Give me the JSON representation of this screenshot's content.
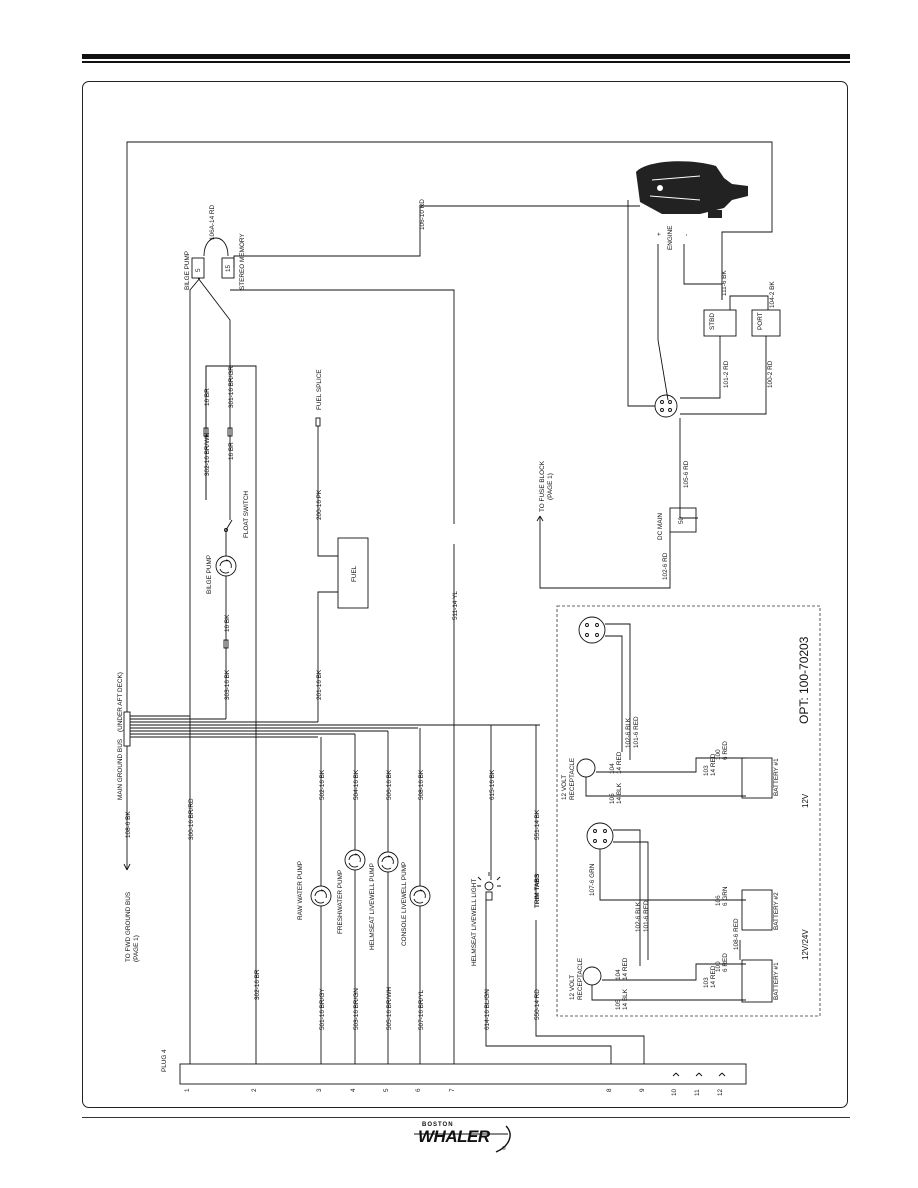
{
  "diagram": {
    "plug": {
      "label": "PLUG 4",
      "pins": [
        "1",
        "2",
        "3",
        "4",
        "5",
        "6",
        "7",
        "8",
        "9",
        "10",
        "11",
        "12"
      ]
    },
    "ground": {
      "main_bus": "MAIN GROUND BUS",
      "under_aft_deck": "(UNDER AFT DECK)",
      "fwd_bus": "TO FWD GROUND BUS",
      "fwd_bus_page": "(PAGE 1)",
      "wire_108": "108-6 BK"
    },
    "wires": {
      "w300": "300-16 BR/RD",
      "w302": "302-16 BR",
      "w501": "501-16 BR/GY",
      "w502": "502-16 BK",
      "w503": "503-16 BR/GN",
      "w504": "504-16 BK",
      "w505": "505-16 BR/WH",
      "w506": "506-16 BK",
      "w507": "507-16 BR/YL",
      "w508": "508-16 BK",
      "w614": "614-16 BL/GN",
      "w615": "615-16 BK",
      "w550": "550-14 RD",
      "w551": "551-14 BK",
      "w511": "511-14 YL",
      "w201": "201-16 BK",
      "w200": "200-16 PK",
      "w303": "303-16 BK",
      "w16bk": "16 BK",
      "w302wh": "302-16 BR/WH",
      "w16br_a": "16 BR",
      "w16br_b": "16 BR",
      "w301": "301-16 BR/GR",
      "w106a": "106A-14 RD",
      "w106": "106-10 RD",
      "w111": "111-6 BK",
      "w104": "104-2 BK",
      "w101": "101-2 RD",
      "w100": "100-2 RD",
      "w105": "105-6 RD",
      "w102": "102-6 RD"
    },
    "devices": {
      "raw_water": "RAW WATER PUMP",
      "freshwater": "FRESHWATER PUMP",
      "helm_livewell": "HELMSEAT LIVEWELL PUMP",
      "console_livewell": "CONSOLE LIVEWELL PUMP",
      "livewell_light": "HELMSEAT LIVEWELL LIGHT",
      "trim_tabs": "TRIM TABS",
      "bilge_pump": "BILGE PUMP",
      "float_switch": "FLOAT SWITCH",
      "fuel": "FUEL",
      "fuel_splice": "FUEL SPLICE",
      "bilge_fuse_top": "BILGE PUMP",
      "stereo_memory": "STEREO MEMORY",
      "fuse_5": "5",
      "fuse_15": "15",
      "engine": "ENGINE",
      "plus": "+",
      "minus": "-",
      "stbd": "STBD",
      "port": "PORT",
      "dc_main": "DC MAIN",
      "dc_main_val": "50",
      "fuse_block": "TO FUSE BLOCK",
      "fuse_block_page": "(PAGE 1)"
    },
    "option": {
      "title": "OPT: 100-70203",
      "sys_12v": "12V",
      "sys_1224": "12V/24V",
      "receptacle": "12 VOLT",
      "receptacle2": "RECEPTACLE",
      "battery1": "BATTERY #1",
      "battery2": "BATTERY #2",
      "w102_6_blk": "102-6 BLK",
      "w101_6_red": "101-6 RED",
      "w107_6_grn": "107-6 GRN",
      "w108_6_red": "108-6 RED",
      "w105_14": "105",
      "w14_blk": "14 BLK",
      "w14_red": "14 RED",
      "w103": "103",
      "w104": "104",
      "w100": "100",
      "w6_red": "6 RED",
      "w106": "106",
      "w6_grn": "6 GRN"
    }
  },
  "footer": {
    "brand_small": "BOSTON",
    "brand_big": "WHALER",
    "registered": "®"
  }
}
